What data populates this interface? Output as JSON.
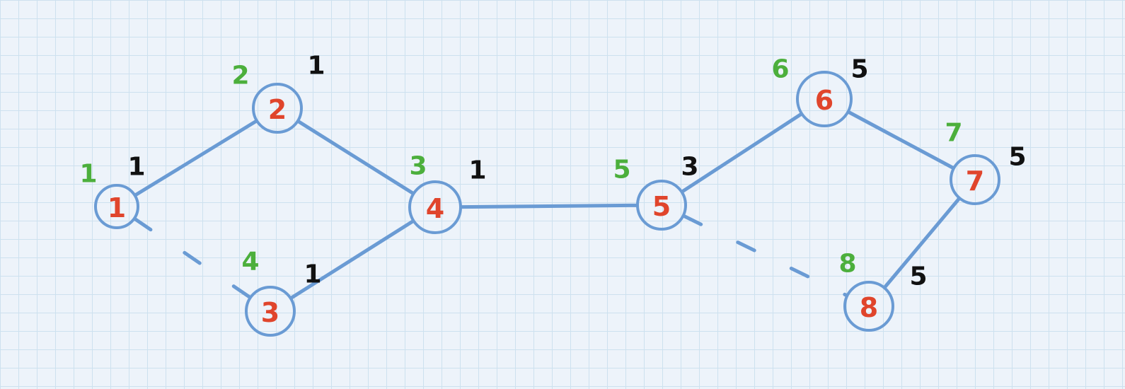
{
  "colors": {
    "edge": "#6a9bd4",
    "node_id": "#e0452c",
    "order": "#4caf3c",
    "low": "#111111",
    "grid": "#cde1ef",
    "background": "#edf3fa"
  },
  "nodes": [
    {
      "id": "1",
      "order": "1",
      "low": "1"
    },
    {
      "id": "2",
      "order": "2",
      "low": "1"
    },
    {
      "id": "3",
      "order": "4",
      "low": "1"
    },
    {
      "id": "4",
      "order": "3",
      "low": "1"
    },
    {
      "id": "5",
      "order": "5",
      "low": "3"
    },
    {
      "id": "6",
      "order": "6",
      "low": "5"
    },
    {
      "id": "7",
      "order": "7",
      "low": "5"
    },
    {
      "id": "8",
      "order": "8",
      "low": "5"
    }
  ],
  "edges": [
    {
      "from": "1",
      "to": "2",
      "style": "solid"
    },
    {
      "from": "2",
      "to": "4",
      "style": "solid"
    },
    {
      "from": "4",
      "to": "3",
      "style": "solid"
    },
    {
      "from": "4",
      "to": "5",
      "style": "solid"
    },
    {
      "from": "5",
      "to": "6",
      "style": "solid"
    },
    {
      "from": "6",
      "to": "7",
      "style": "solid"
    },
    {
      "from": "7",
      "to": "8",
      "style": "solid"
    },
    {
      "from": "1",
      "to": "3",
      "style": "dashed"
    },
    {
      "from": "5",
      "to": "8",
      "style": "dashed"
    }
  ]
}
